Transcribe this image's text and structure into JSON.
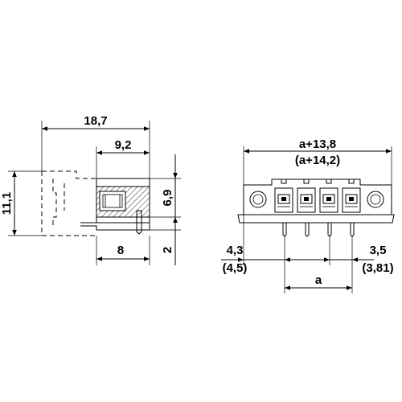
{
  "dimensions": {
    "width_total": "18,7",
    "width_body": "9,2",
    "height_total": "11,1",
    "height_body": "6,9",
    "pin_offset": "2",
    "depth": "8",
    "length_a": "a+13,8",
    "length_a_alt": "(a+14,2)",
    "left_offset": "4,3",
    "left_offset_alt": "(4,5)",
    "right_offset": "3,5",
    "right_offset_alt": "(3,81)",
    "pitch": "a"
  }
}
